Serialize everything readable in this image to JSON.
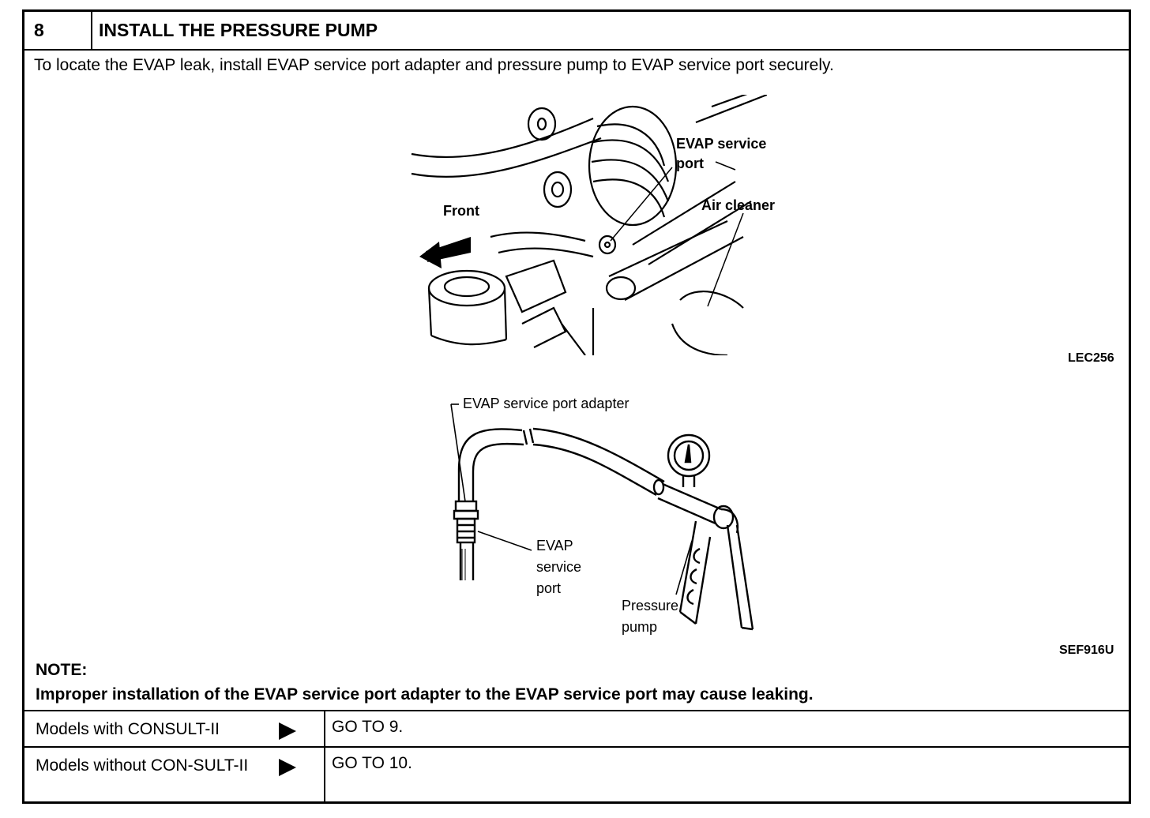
{
  "step": {
    "number": "8",
    "title": "INSTALL THE PRESSURE PUMP"
  },
  "instruction": "To locate the EVAP leak, install EVAP service port adapter and pressure pump to EVAP service port securely.",
  "figure1": {
    "labels": {
      "front": "Front",
      "evap_port_1": "EVAP service",
      "evap_port_2": "port",
      "air_cleaner": "Air cleaner"
    },
    "code": "LEC256"
  },
  "figure2": {
    "labels": {
      "adapter": "EVAP  service  port  adapter",
      "port_1": "EVAP",
      "port_2": "service",
      "port_3": "port",
      "pump_1": "Pressure",
      "pump_2": "pump"
    },
    "code": "SEF916U"
  },
  "note": {
    "title": "NOTE:",
    "text": "Improper installation of the EVAP service port adapter to the EVAP service port may cause leaking."
  },
  "navigation": [
    {
      "condition": "Models with CONSULT-II",
      "action": "GO TO 9."
    },
    {
      "condition": "Models without CON-SULT-II",
      "action": "GO TO 10."
    }
  ]
}
